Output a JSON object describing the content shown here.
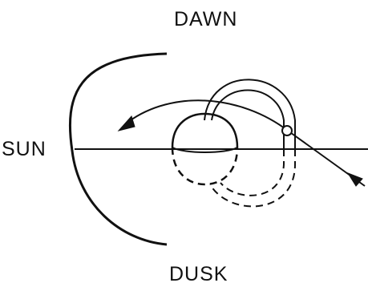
{
  "labels": {
    "dawn": "DAWN",
    "sun": "SUN",
    "dusk": "DUSK"
  },
  "colors": {
    "ink": "#111111",
    "background": "#ffffff"
  }
}
